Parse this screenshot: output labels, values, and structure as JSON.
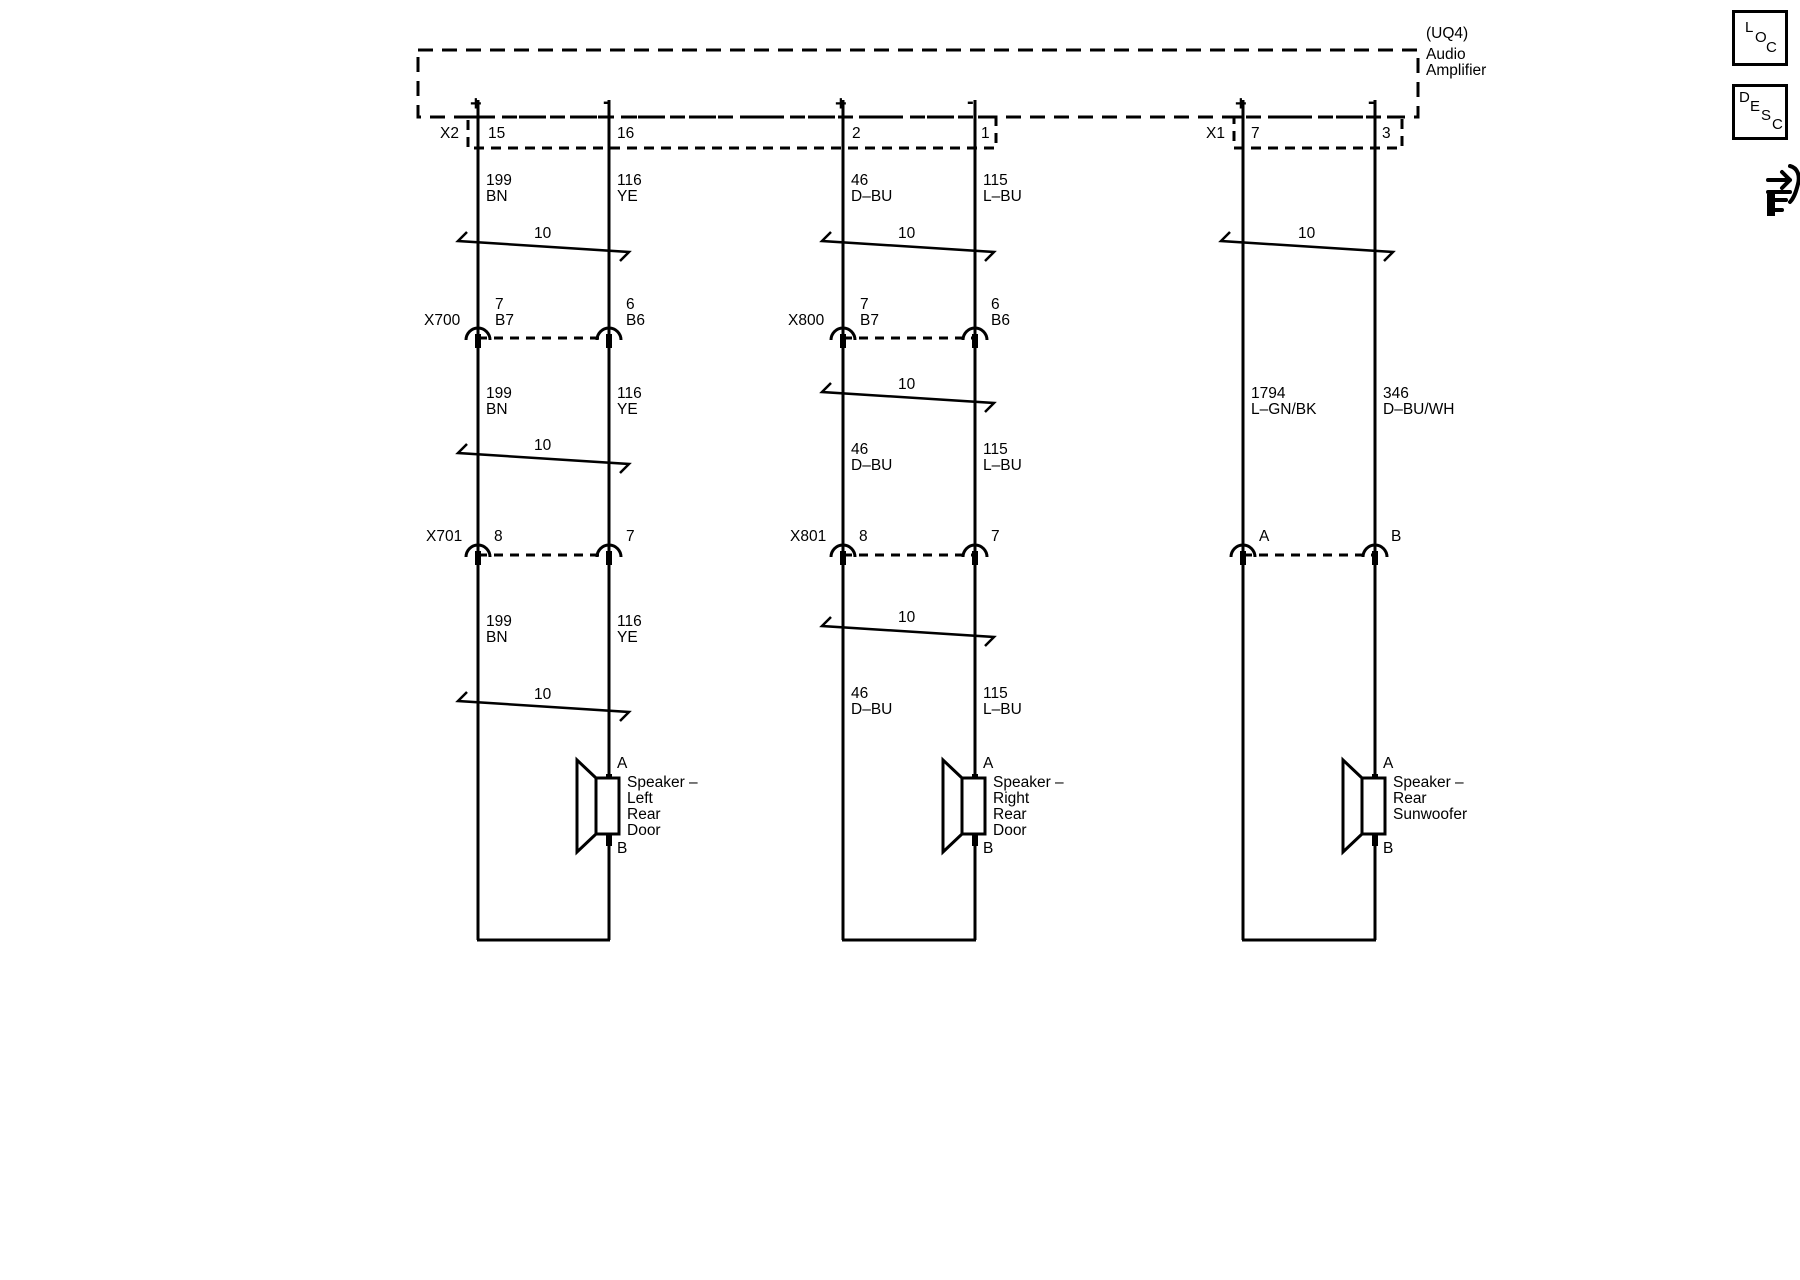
{
  "module": {
    "code": "(UQ4)",
    "name_line1": "Audio",
    "name_line2": "Amplifier",
    "polarity_plus": "+",
    "polarity_minus": "-"
  },
  "connectors": {
    "x2": "X2",
    "x1": "X1",
    "x700": "X700",
    "x701": "X701",
    "x800": "X800",
    "x801": "X801"
  },
  "pins": {
    "x2_15": "15",
    "x2_16": "16",
    "x2_2": "2",
    "x2_1": "1",
    "x1_7": "7",
    "x1_3": "3",
    "x700_a1": "7",
    "x700_a2": "B7",
    "x700_b1": "6",
    "x700_b2": "B6",
    "x800_a1": "7",
    "x800_a2": "B7",
    "x800_b1": "6",
    "x800_b2": "B6",
    "x701_a": "8",
    "x701_b": "7",
    "x801_a": "8",
    "x801_b": "7",
    "sub_a": "A",
    "sub_b": "B"
  },
  "wires": {
    "c199": "199",
    "bn": "BN",
    "c116": "116",
    "ye": "YE",
    "c46": "46",
    "dbu": "D–BU",
    "c115": "115",
    "lbu": "L–BU",
    "c1794": "1794",
    "lgnbk": "L–GN/BK",
    "c346": "346",
    "dbuwh": "D–BU/WH"
  },
  "twist_label": "10",
  "speakers": {
    "pin_a": "A",
    "pin_b": "B",
    "left_rear": [
      "Speaker –",
      "Left",
      "Rear",
      "Door"
    ],
    "right_rear": [
      "Speaker –",
      "Right",
      "Rear",
      "Door"
    ],
    "rear_sub": [
      "Speaker –",
      "Rear",
      "Sunwoofer"
    ]
  },
  "nav": {
    "loc": [
      "L",
      "O",
      "C"
    ],
    "desc": [
      "D",
      "E",
      "S",
      "C"
    ],
    "tool_icon": "connector-tool-icon"
  },
  "colors": {
    "line": "#000000",
    "background": "#ffffff"
  }
}
